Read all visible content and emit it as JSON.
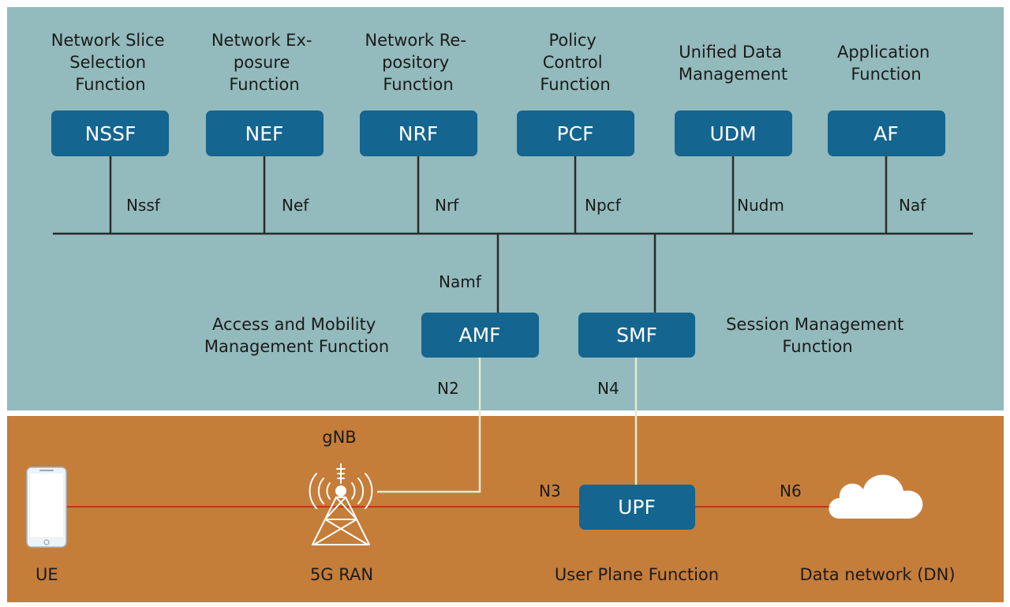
{
  "network_functions": {
    "nssf": {
      "label": "NSSF",
      "desc": [
        "Network Slice",
        "Selection",
        "Function"
      ],
      "iface": "Nssf"
    },
    "nef": {
      "label": "NEF",
      "desc": [
        "Network Ex-",
        "posure",
        "Function"
      ],
      "iface": "Nef"
    },
    "nrf": {
      "label": "NRF",
      "desc": [
        "Network Re-",
        "pository",
        "Function"
      ],
      "iface": "Nrf"
    },
    "pcf": {
      "label": "PCF",
      "desc": [
        "Policy",
        "Control",
        "Function"
      ],
      "iface": "Npcf"
    },
    "udm": {
      "label": "UDM",
      "desc": [
        "Unified Data",
        "Management"
      ],
      "iface": "Nudm"
    },
    "af": {
      "label": "AF",
      "desc": [
        "Application",
        "Function"
      ],
      "iface": "Naf"
    },
    "amf": {
      "label": "AMF",
      "desc": [
        "Access and Mobility",
        "Management Function"
      ],
      "iface": "Namf"
    },
    "smf": {
      "label": "SMF",
      "desc": [
        "Session Management",
        "Function"
      ]
    },
    "upf": {
      "label": "UPF",
      "desc": [
        "User Plane Function"
      ]
    }
  },
  "interfaces": {
    "n2": "N2",
    "n3": "N3",
    "n4": "N4",
    "n6": "N6"
  },
  "nodes": {
    "ue": {
      "label": "UE",
      "icon": "smartphone-icon"
    },
    "ran": {
      "label": "5G RAN",
      "top_label": "gNB",
      "icon": "cell-tower-icon"
    },
    "dn": {
      "label": "Data network (DN)",
      "icon": "cloud-icon"
    }
  },
  "colors": {
    "control_plane_bg": "#93babc",
    "user_plane_bg": "#c57d3a",
    "function_box": "#14658f",
    "user_plane_link": "#c4341e",
    "control_link": "#e3ecd0"
  }
}
